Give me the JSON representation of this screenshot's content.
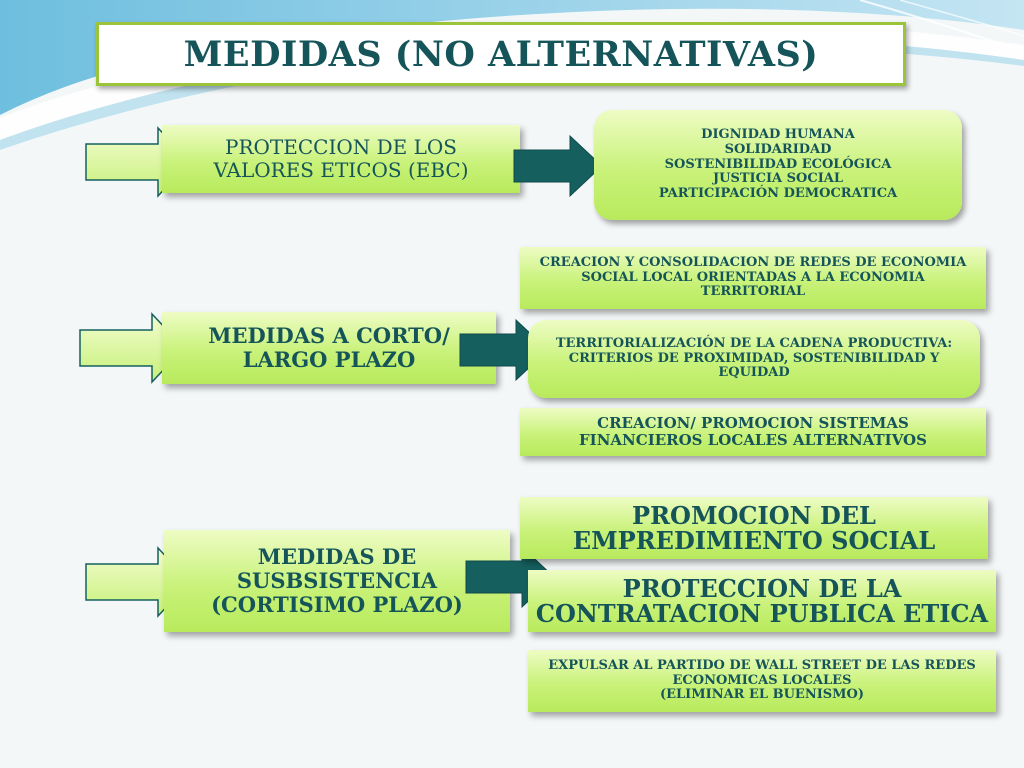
{
  "title": "MEDIDAS (NO ALTERNATIVAS)",
  "rows": [
    {
      "label": [
        "PROTECCION DE LOS",
        "VALORES ETICOS (EBC)"
      ],
      "targets": [
        [
          "DIGNIDAD HUMANA",
          "SOLIDARIDAD",
          "SOSTENIBILIDAD ECOLÓGICA",
          "JUSTICIA SOCIAL",
          "PARTICIPACIÓN DEMOCRATICA"
        ]
      ]
    },
    {
      "label": [
        "MEDIDAS A CORTO/",
        "LARGO PLAZO"
      ],
      "targets": [
        [
          "CREACION Y CONSOLIDACION DE REDES DE ECONOMIA",
          "SOCIAL LOCAL ORIENTADAS A LA ECONOMIA",
          "TERRITORIAL"
        ],
        [
          "TERRITORIALIZACIÓN DE LA CADENA PRODUCTIVA:",
          "CRITERIOS DE PROXIMIDAD, SOSTENIBILIDAD Y",
          "EQUIDAD"
        ],
        [
          "CREACION/ PROMOCION SISTEMAS",
          "FINANCIEROS LOCALES ALTERNATIVOS"
        ]
      ]
    },
    {
      "label": [
        "MEDIDAS DE",
        "SUSBSISTENCIA",
        "(CORTISIMO PLAZO)"
      ],
      "targets": [
        [
          "PROMOCION DEL",
          "EMPREDIMIENTO SOCIAL"
        ],
        [
          "PROTECCION DE LA",
          "CONTRATACION PUBLICA ETICA"
        ],
        [
          "EXPULSAR AL PARTIDO DE WALL STREET DE LAS REDES",
          "ECONOMICAS LOCALES",
          "(ELIMINAR EL BUENISMO)"
        ]
      ]
    }
  ],
  "colors": {
    "text": "#15555a",
    "box_light": "#eefcc4",
    "box_dark": "#b8ea5c",
    "arrow_teal": "#15605f",
    "title_border": "#9bc43b"
  }
}
